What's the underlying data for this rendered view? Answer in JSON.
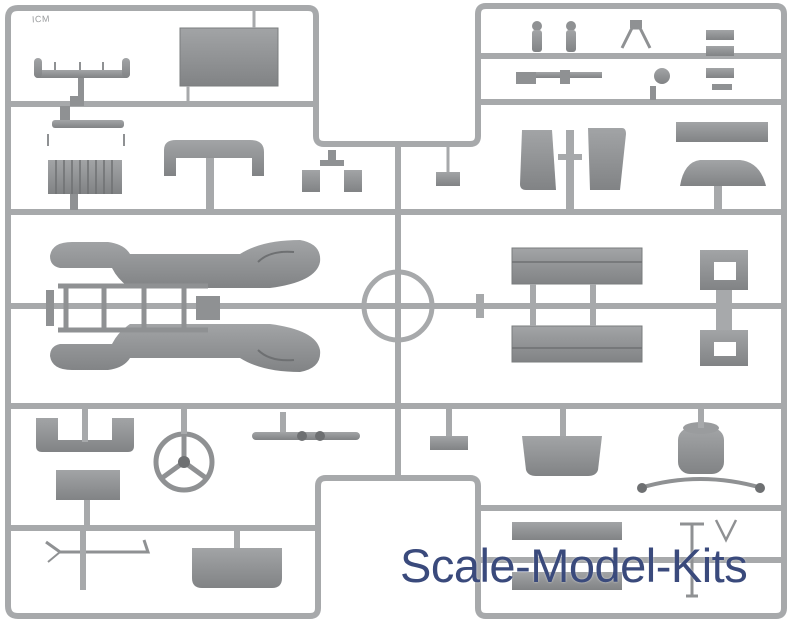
{
  "image": {
    "subject": "plastic-model-kit-sprue",
    "colors": {
      "background": "#ffffff",
      "runner": "#a7a9ab",
      "part": "#8f9193",
      "part_shadow": "#6e7072",
      "watermark": "#3a4a7c"
    }
  },
  "watermark": {
    "text": "Scale-Model-Kits"
  },
  "brand_mark": {
    "text": "ICM"
  }
}
